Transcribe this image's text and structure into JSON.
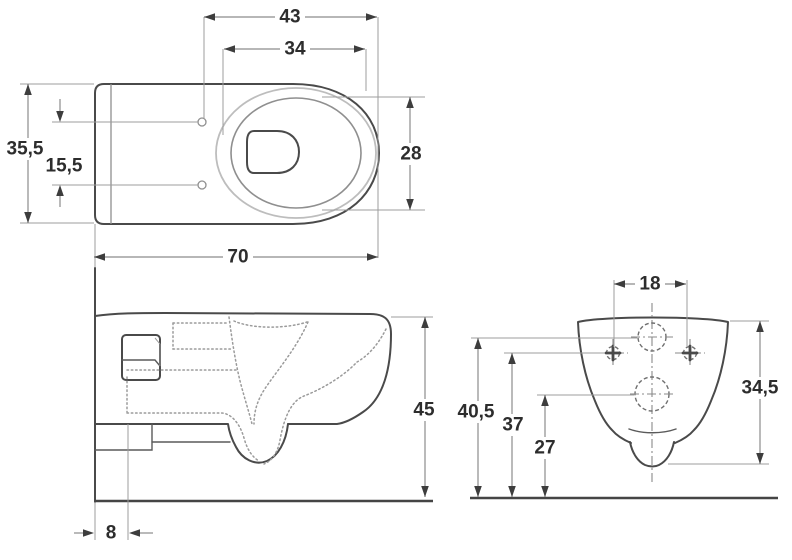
{
  "drawing": {
    "type": "technical-dimension-drawing",
    "subject": "wall-hung toilet, three orthographic views",
    "views": [
      "top-view",
      "side-view",
      "front-view"
    ]
  },
  "dimensions": {
    "top_view": {
      "hinge_to_front": "43",
      "opening_length": "34",
      "overall_width": "35,5",
      "hinge_hole_spacing": "15,5",
      "opening_width": "28",
      "overall_depth": "70"
    },
    "side_view": {
      "front_height": "45",
      "wall_offset": "8"
    },
    "front_view": {
      "fixing_hole_spacing": "18",
      "supply_height": "40,5",
      "fixing_height": "37",
      "outlet_height": "27",
      "pan_height": "34,5"
    }
  },
  "colors": {
    "outline": "#4a4a4a",
    "dimension_lines": "#8c8c8c",
    "label_text": "#2d2d2d",
    "background": "#ffffff"
  }
}
